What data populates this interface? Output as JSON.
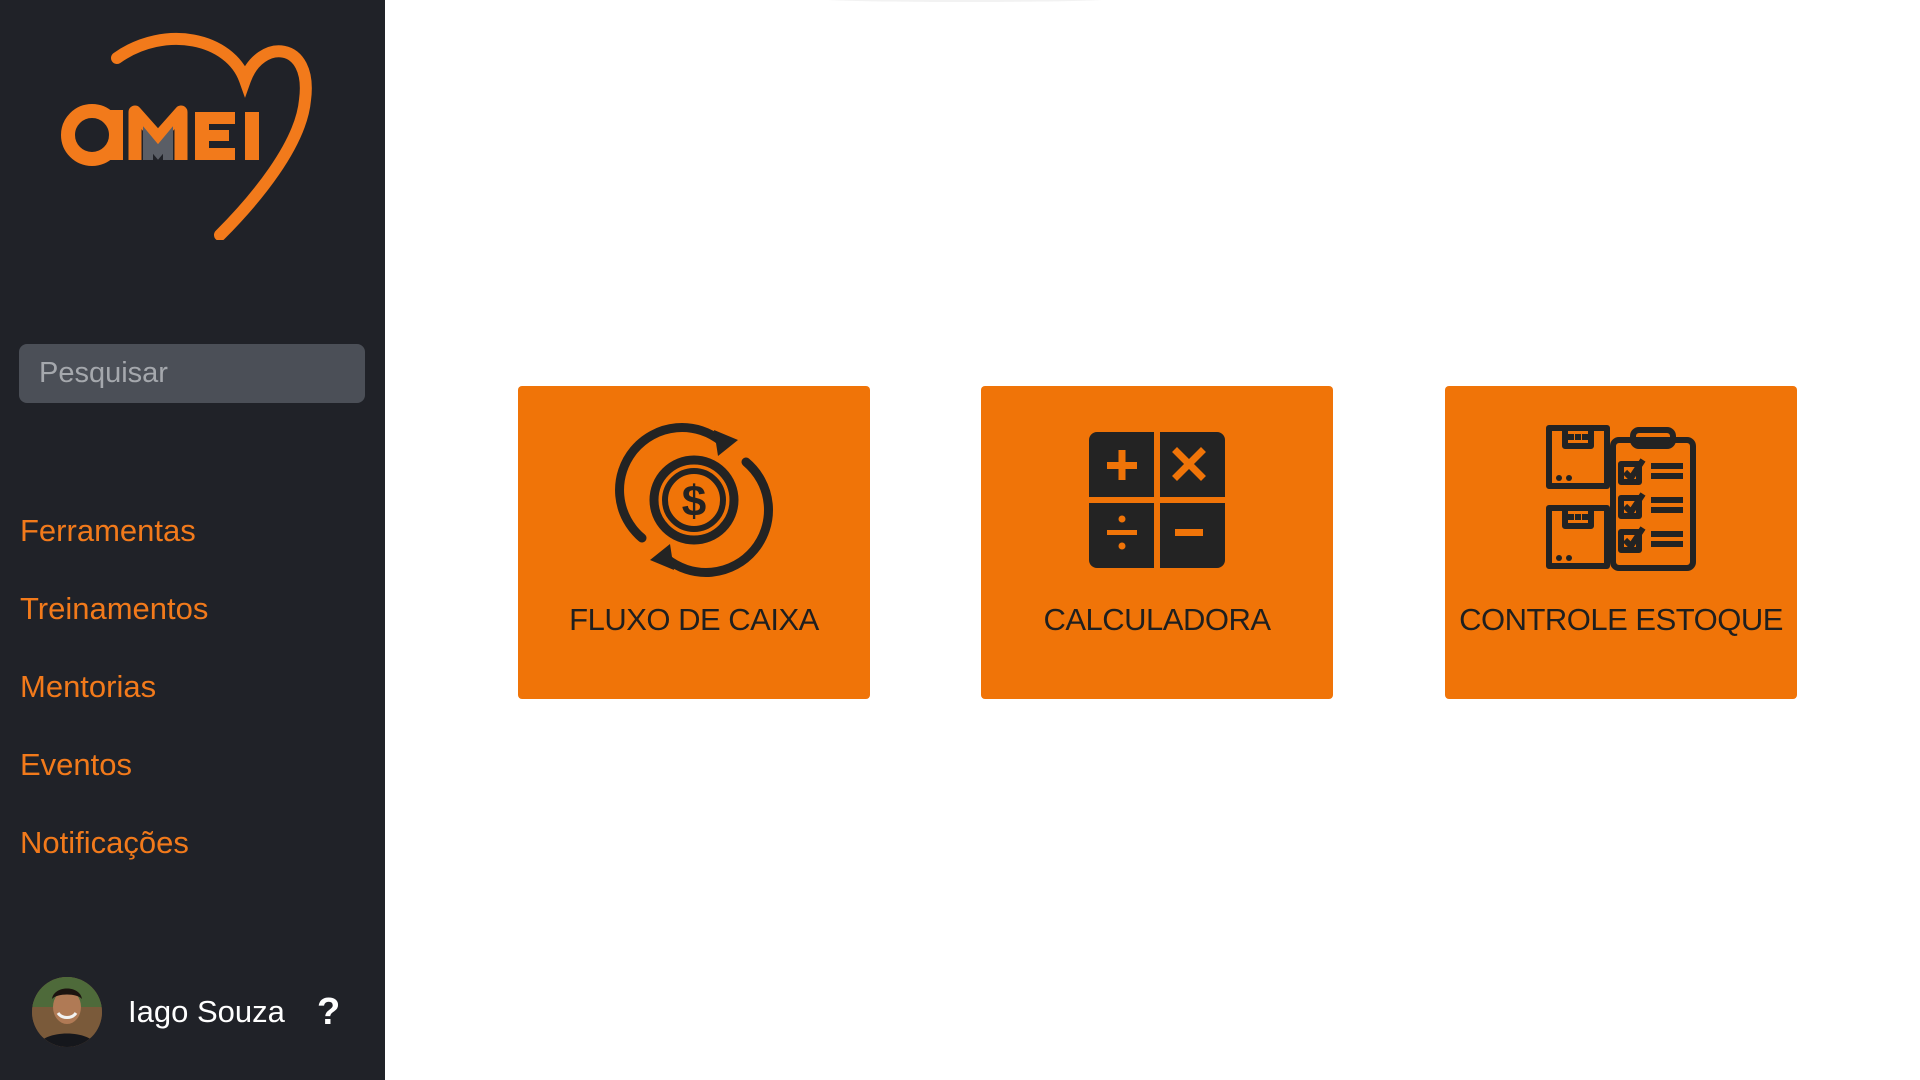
{
  "brand": {
    "logo_text": "aMEI",
    "accent": "#f07408",
    "sidebar_bg": "#202228"
  },
  "search": {
    "placeholder": "Pesquisar",
    "value": ""
  },
  "nav": {
    "items": [
      {
        "label": "Ferramentas"
      },
      {
        "label": "Treinamentos"
      },
      {
        "label": "Mentorias"
      },
      {
        "label": "Eventos"
      },
      {
        "label": "Notificações"
      }
    ]
  },
  "user": {
    "name": "Iago Souza",
    "help_label": "?"
  },
  "cards": [
    {
      "label": "FLUXO DE CAIXA",
      "icon": "cash-flow-icon"
    },
    {
      "label": "CALCULADORA",
      "icon": "calculator-icon"
    },
    {
      "label": "CONTROLE ESTOQUE",
      "icon": "inventory-checklist-icon"
    }
  ]
}
